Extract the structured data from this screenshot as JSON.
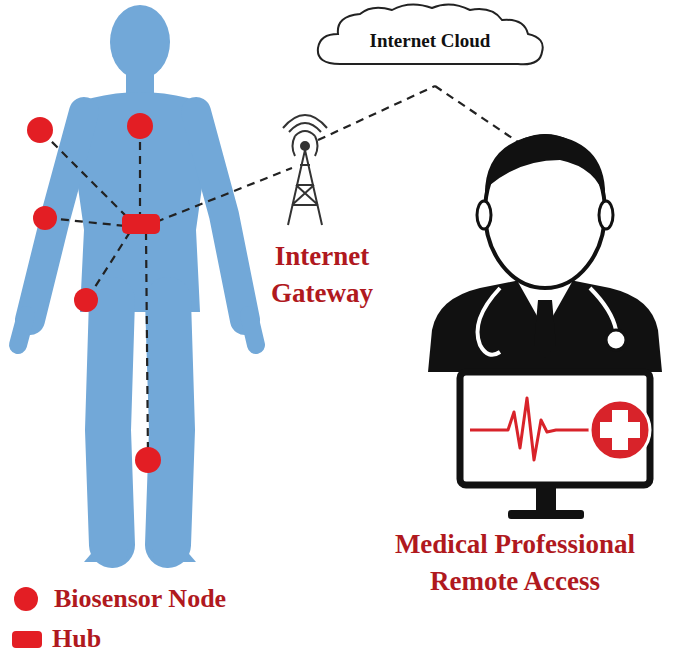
{
  "diagram": {
    "nodes": [
      {
        "text": [
          "Internet Cloud"
        ]
      }
    ],
    "labels": [
      "Internet Gateway",
      "Medical Professional Remote Access"
    ],
    "legend": [
      {
        "text": "Biosensor Node",
        "color": "#e31e24"
      },
      {
        "text": "Hub",
        "color": "#e31e24"
      }
    ]
  }
}
